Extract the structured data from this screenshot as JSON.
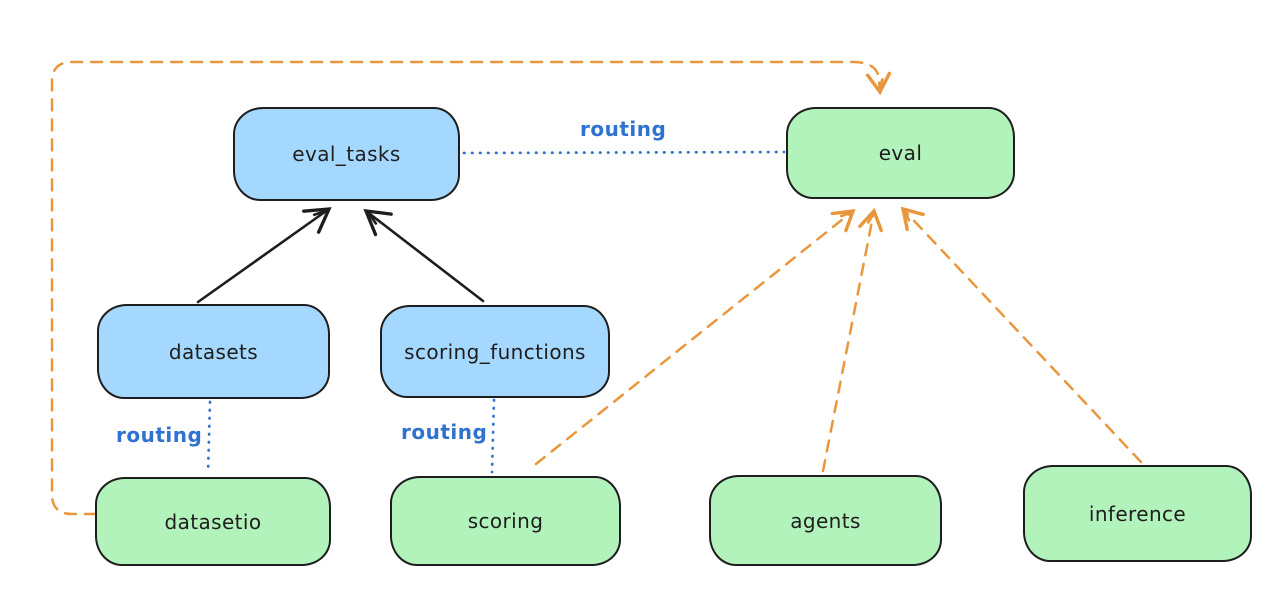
{
  "diagram": {
    "type": "flowchart",
    "style": "hand-drawn",
    "background": "#ffffff",
    "colors": {
      "registry_node_fill": "#a5d8ff",
      "api_node_fill": "#b2f2bb",
      "node_stroke": "#1e1e1e",
      "provider_edge_orange": "#e8973c",
      "routing_edge_blue": "#2f72cf"
    },
    "nodes": {
      "eval_tasks": {
        "label": "eval_tasks",
        "fill": "blue"
      },
      "eval": {
        "label": "eval",
        "fill": "green"
      },
      "datasets": {
        "label": "datasets",
        "fill": "blue"
      },
      "scoring_functions": {
        "label": "scoring_functions",
        "fill": "blue"
      },
      "datasetio": {
        "label": "datasetio",
        "fill": "green"
      },
      "scoring": {
        "label": "scoring",
        "fill": "green"
      },
      "agents": {
        "label": "agents",
        "fill": "green"
      },
      "inference": {
        "label": "inference",
        "fill": "green"
      }
    },
    "edges": [
      {
        "from": "datasets",
        "to": "eval_tasks",
        "style": "solid-black-arrow",
        "label": ""
      },
      {
        "from": "scoring_functions",
        "to": "eval_tasks",
        "style": "solid-black-arrow",
        "label": ""
      },
      {
        "from": "eval_tasks",
        "to": "eval",
        "style": "dotted-blue",
        "label": "routing"
      },
      {
        "from": "datasets",
        "to": "datasetio",
        "style": "dotted-blue",
        "label": "routing"
      },
      {
        "from": "scoring_functions",
        "to": "scoring",
        "style": "dotted-blue",
        "label": "routing"
      },
      {
        "from": "datasetio",
        "to": "eval",
        "style": "dashed-orange-arrow",
        "label": ""
      },
      {
        "from": "scoring",
        "to": "eval",
        "style": "dashed-orange-arrow",
        "label": ""
      },
      {
        "from": "agents",
        "to": "eval",
        "style": "dashed-orange-arrow",
        "label": ""
      },
      {
        "from": "inference",
        "to": "eval",
        "style": "dashed-orange-arrow",
        "label": ""
      }
    ]
  }
}
